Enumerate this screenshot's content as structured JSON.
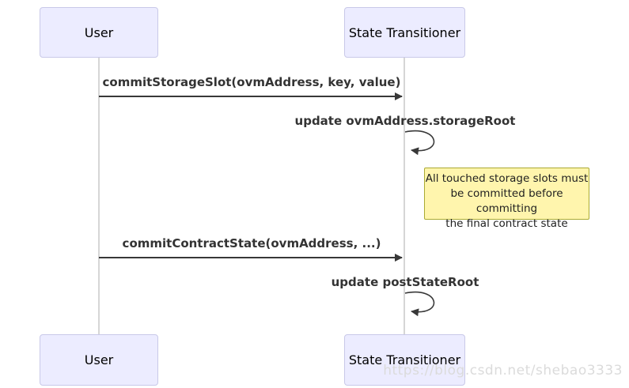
{
  "diagram_type": "sequence-diagram",
  "actors": {
    "user": {
      "label": "User"
    },
    "transitioner": {
      "label": "State Transitioner"
    }
  },
  "messages": {
    "m1": "commitStorageSlot(ovmAddress, key, value)",
    "self1": "update ovmAddress.storageRoot",
    "m2": "commitContractState(ovmAddress, ...)",
    "self2": "update postStateRoot"
  },
  "note": {
    "line1": "All touched storage slots must",
    "line2": "be committed before committing",
    "line3": "the final contract state"
  },
  "watermark": "https://blog.csdn.net/shebao3333",
  "colors": {
    "actor_fill": "#ECECFF",
    "actor_border": "#C9C9E8",
    "actor_text": "#000000",
    "note_fill": "#FFF5AD",
    "note_border": "#AAAA33",
    "note_text": "#1F1F1F",
    "arrow": "#383838",
    "lifeline": "#D6D6D6",
    "message_text": "#333333",
    "watermark": "#DBDBDB"
  }
}
